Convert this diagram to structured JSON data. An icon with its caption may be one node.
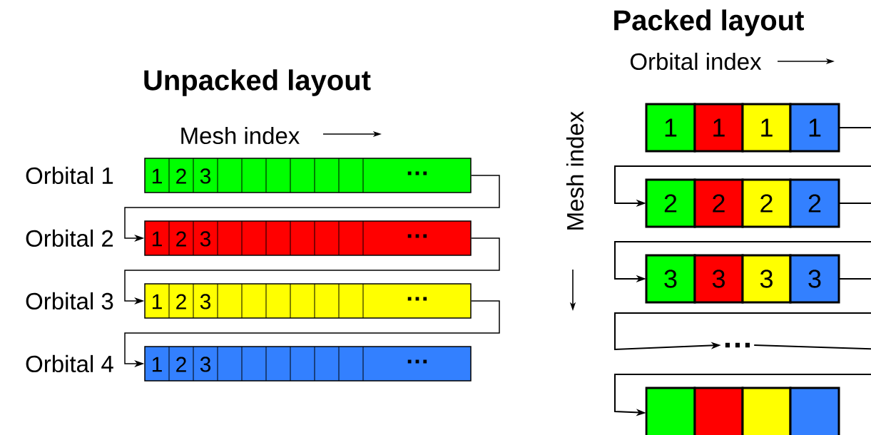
{
  "diagram": {
    "nodes": [
      {
        "text": [
          "1",
          "2",
          "3",
          "…"
        ],
        "beside": [
          "Orbital 1"
        ]
      },
      {
        "text": [
          "1",
          "2",
          "3",
          "…"
        ],
        "beside": [
          "Orbital 2"
        ]
      },
      {
        "text": [
          "1",
          "2",
          "3",
          "…"
        ],
        "beside": [
          "Orbital 3"
        ]
      },
      {
        "text": [
          "1",
          "2",
          "3",
          "…"
        ],
        "beside": [
          "Orbital 4"
        ]
      },
      {
        "text": [
          "1",
          "1",
          "1",
          "1"
        ]
      },
      {
        "text": [
          "2",
          "2",
          "2",
          "2"
        ]
      },
      {
        "text": [
          "3",
          "3",
          "3",
          "3"
        ]
      },
      {
        "text": [
          "…"
        ]
      },
      {
        "text": [],
        "shape": "box"
      }
    ],
    "edges": [
      {
        "from": 0,
        "to": 1,
        "arrow": "to"
      },
      {
        "from": 1,
        "to": 2,
        "arrow": "to"
      },
      {
        "from": 2,
        "to": 3,
        "arrow": "to"
      },
      {
        "from": 4,
        "to": 5,
        "arrow": "to"
      },
      {
        "from": 5,
        "to": 6,
        "arrow": "to"
      },
      {
        "from": 6,
        "to": 7,
        "arrow": "to"
      },
      {
        "from": 7,
        "to": 8,
        "arrow": "to"
      }
    ],
    "labels": [
      "Packed layout",
      "Orbital index",
      "Unpacked layout",
      "Mesh index",
      "Mesh index"
    ]
  }
}
